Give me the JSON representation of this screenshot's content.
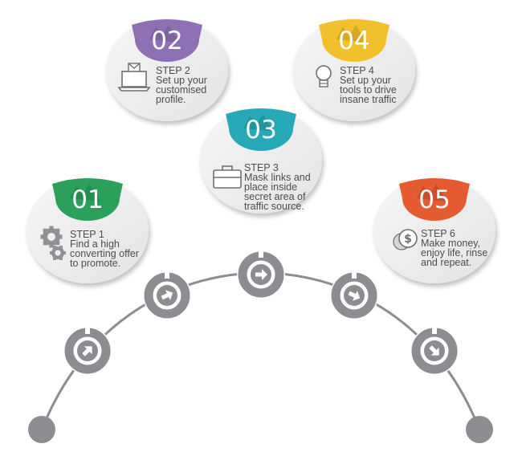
{
  "colors": {
    "green": "#2aa05a",
    "purple": "#8e70b5",
    "teal": "#27aab8",
    "yellow": "#f2c02c",
    "orange": "#e55a30",
    "track": "#8b8d90",
    "card": "#efefef",
    "text": "#4d4d4d"
  },
  "steps": [
    {
      "number": "01",
      "heading": "STEP 1",
      "lines": [
        "Find a high",
        "converting offer",
        "to promote."
      ],
      "icon": "gears-icon",
      "color": "green"
    },
    {
      "number": "02",
      "heading": "STEP 2",
      "lines": [
        "Set up your",
        "customised",
        "profile."
      ],
      "icon": "laptop-mail-icon",
      "color": "purple"
    },
    {
      "number": "03",
      "heading": "STEP 3",
      "lines": [
        "Mask links and",
        "place inside",
        "secret area of",
        "traffic source."
      ],
      "icon": "briefcase-icon",
      "color": "teal"
    },
    {
      "number": "04",
      "heading": "STEP 4",
      "lines": [
        "Set up your",
        "tools to drive",
        "insane traffic"
      ],
      "icon": "lightbulb-icon",
      "color": "yellow"
    },
    {
      "number": "05",
      "heading": "STEP 6",
      "lines": [
        "Make money,",
        "enjoy life, rinse",
        "and repeat."
      ],
      "icon": "dollar-coin-icon",
      "color": "orange"
    }
  ],
  "timeline": {
    "nodes": [
      {
        "arrow": "arrow-up-right-icon"
      },
      {
        "arrow": "arrow-up-right-icon"
      },
      {
        "arrow": "arrow-right-icon"
      },
      {
        "arrow": "arrow-down-right-icon"
      },
      {
        "arrow": "arrow-down-right-icon"
      }
    ]
  }
}
